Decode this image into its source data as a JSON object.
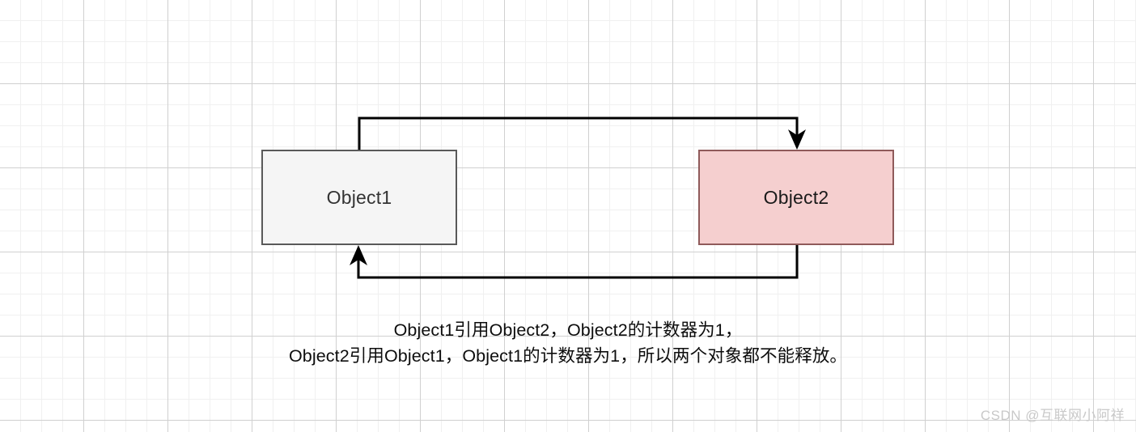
{
  "diagram": {
    "nodes": [
      {
        "id": "object1",
        "label": "Object1",
        "fill": "#f5f5f5",
        "stroke": "#595959"
      },
      {
        "id": "object2",
        "label": "Object2",
        "fill": "#f5cfcf",
        "stroke": "#8f5a5a"
      }
    ],
    "edges": [
      {
        "id": "edge-object1-to-object2",
        "from": "Object1",
        "to": "Object2",
        "direction": "top",
        "color": "#000000"
      },
      {
        "id": "edge-object2-to-object1",
        "from": "Object2",
        "to": "Object1",
        "direction": "bottom",
        "color": "#000000"
      }
    ],
    "caption": {
      "line1": "Object1引用Object2，Object2的计数器为1，",
      "line2": "Object2引用Object1，Object1的计数器为1，所以两个对象都不能释放。"
    }
  },
  "watermark": {
    "text": "CSDN @互联网小阿祥"
  }
}
